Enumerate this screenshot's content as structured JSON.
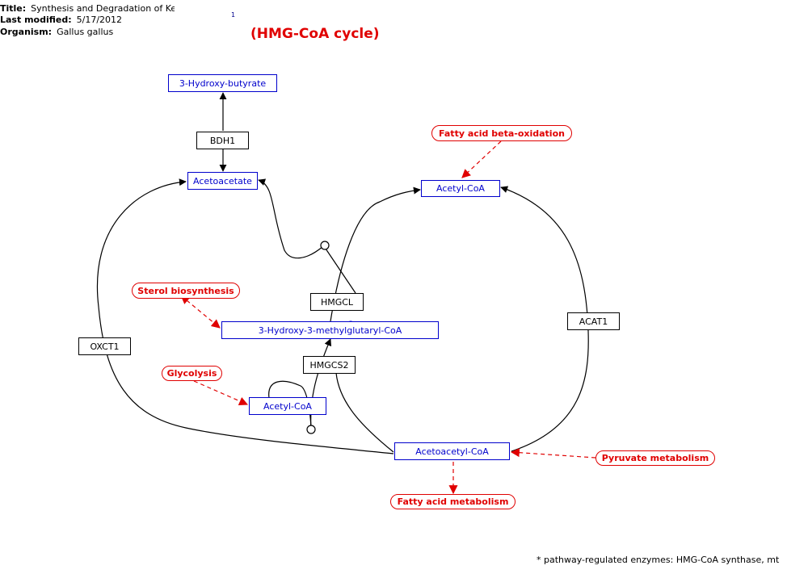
{
  "header": {
    "title_label": "Title:",
    "title_value": "Synthesis and Degradation of Ke",
    "modified_label": "Last modified:",
    "modified_value": "5/17/2012",
    "organism_label": "Organism:",
    "organism_value": "Gallus gallus"
  },
  "footnote_ref": "1",
  "diagram_title": "(HMG-CoA cycle)",
  "metabolites": {
    "hydroxybutyrate": "3-Hydroxy-butyrate",
    "acetoacetate": "Acetoacetate",
    "acetyl_coa_top": "Acetyl-CoA",
    "hmg_coa": "3-Hydroxy-3-methylglutaryl-CoA",
    "acetyl_coa_bottom": "Acetyl-CoA",
    "acetoacetyl_coa": "Acetoacetyl-CoA"
  },
  "genes": {
    "bdh1": "BDH1",
    "hmgcl": "HMGCL",
    "acat1": "ACAT1",
    "oxct1": "OXCT1",
    "hmgcs2": "HMGCS2"
  },
  "pathways": {
    "fatty_acid_beta_oxidation": "Fatty acid beta-oxidation",
    "sterol_biosynthesis": "Sterol biosynthesis",
    "glycolysis": "Glycolysis",
    "pyruvate_metabolism": "Pyruvate metabolism",
    "fatty_acid_metabolism": "Fatty acid metabolism"
  },
  "footnote": "* pathway-regulated enzymes: HMG-CoA synthase, mt",
  "colors": {
    "metabolite": "#0000cc",
    "pathway": "#e00000",
    "gene": "#000000"
  }
}
